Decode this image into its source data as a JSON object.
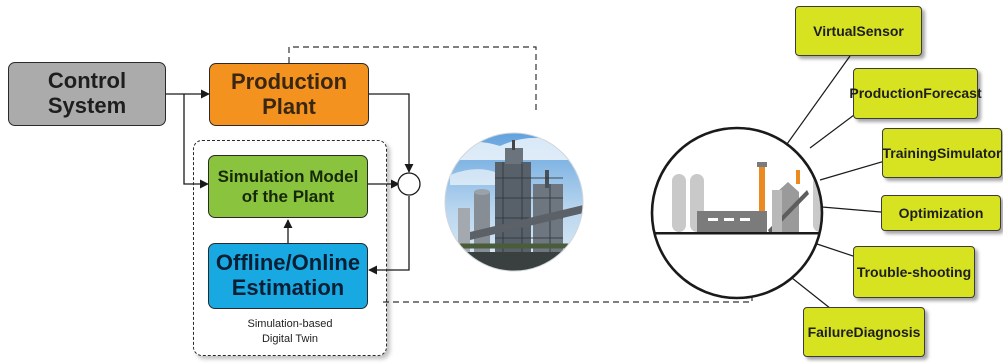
{
  "diagram": {
    "control_system": [
      "Control",
      "System"
    ],
    "production_plant": [
      "Production",
      "Plant"
    ],
    "simulation_model": [
      "Simulation Model",
      "of the Plant"
    ],
    "estimation": [
      "Offline/Online",
      "Estimation"
    ],
    "digital_twin_label": [
      "Simulation-based",
      "Digital Twin"
    ],
    "applications": [
      [
        "Virtual",
        "Sensor"
      ],
      [
        "Production",
        "Forecast"
      ],
      [
        "Training",
        "Simulator"
      ],
      [
        "Optimization"
      ],
      [
        "Trouble-",
        "shooting"
      ],
      [
        "Failure",
        "Diagnosis"
      ]
    ]
  }
}
